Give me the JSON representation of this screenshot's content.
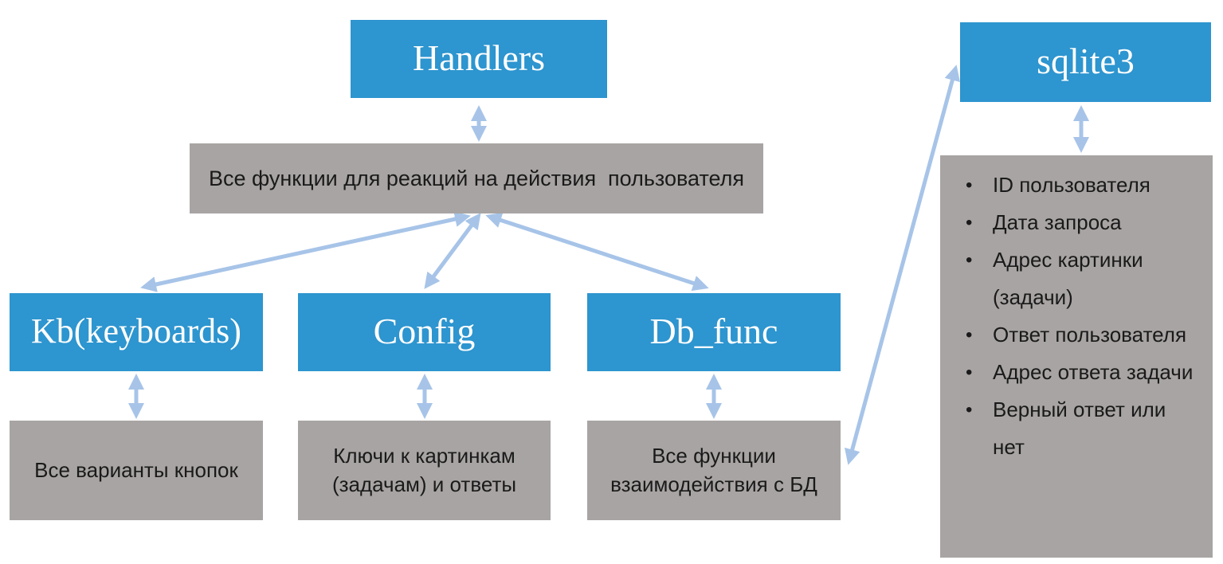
{
  "diagram": {
    "bullet_char": "•",
    "colors": {
      "node_blue": "#2d95cf",
      "node_gray": "#a8a4a3",
      "arrow_blue": "#a7c4e8",
      "label_text_white": "#ffffff",
      "body_text_black": "#1a1a1a"
    },
    "nodes": {
      "handlers": {
        "label": "Handlers"
      },
      "handlers_desc": {
        "text": "Все функции для реакций на действия  пользователя"
      },
      "kb": {
        "label": "Kb(keyboards)"
      },
      "kb_desc": {
        "text": "Все варианты кнопок"
      },
      "config": {
        "label": "Config"
      },
      "config_desc": {
        "text": "Ключи к картинкам (задачам) и ответы"
      },
      "db_func": {
        "label": "Db_func"
      },
      "db_func_desc": {
        "text": "Все функции взаимодействия с БД"
      },
      "sqlite3": {
        "label": "sqlite3"
      },
      "sqlite3_fields": {
        "items": [
          "ID пользователя",
          "Дата запроса",
          "Адрес картинки (задачи)",
          "Ответ пользователя",
          "Адрес ответа задачи",
          "Верный ответ или нет"
        ]
      }
    }
  }
}
